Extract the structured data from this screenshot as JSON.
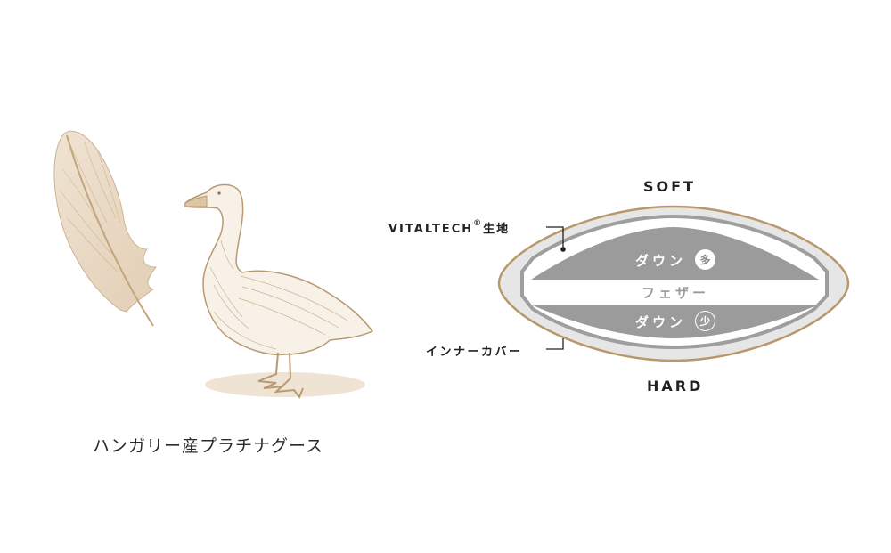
{
  "left_panel": {
    "caption": "ハンガリー産プラチナグース",
    "illustrations": [
      "feather-illustration",
      "goose-illustration"
    ],
    "ink_color": "#b89a72"
  },
  "diagram": {
    "top_label": "SOFT",
    "bottom_label": "HARD",
    "callouts": {
      "outer_fabric": {
        "text": "VITALTECH",
        "mark": "®",
        "suffix": "生地"
      },
      "inner_cover": {
        "text": "インナーカバー"
      }
    },
    "layers": {
      "top": {
        "label": "ダウン",
        "badge": "多"
      },
      "middle": {
        "label": "フェザー"
      },
      "bottom": {
        "label": "ダウン",
        "badge": "少"
      }
    },
    "colors": {
      "outline": "#b8976a",
      "shell_fill": "#e6e6e6",
      "inner_line": "#9e9e9e",
      "down_fill": "#9b9b9b",
      "feather_fill": "#ffffff"
    }
  }
}
